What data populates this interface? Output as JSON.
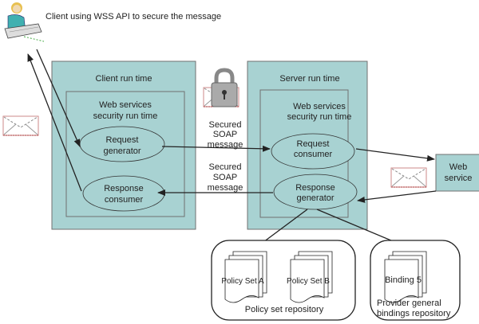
{
  "caption": "Client using WSS API to secure the message",
  "client_runtime": {
    "title": "Client run time",
    "inner_title": [
      "Web services",
      "security run time"
    ],
    "request_generator": [
      "Request",
      "generator"
    ],
    "response_consumer": [
      "Response",
      "consumer"
    ]
  },
  "server_runtime": {
    "title": "Server run time",
    "inner_title": [
      "Web services",
      "security run time"
    ],
    "request_consumer": [
      "Request",
      "consumer"
    ],
    "response_generator": [
      "Response",
      "generator"
    ]
  },
  "messages": {
    "request": [
      "Secured",
      "SOAP",
      "message"
    ],
    "response": [
      "Secured",
      "SOAP",
      "message"
    ]
  },
  "web_service": [
    "Web",
    "service"
  ],
  "policy_repo": {
    "label": "Policy set repository",
    "docs": [
      "Policy Set A",
      "Policy Set B"
    ]
  },
  "bindings_repo": {
    "label": [
      "Provider general",
      "bindings repository"
    ],
    "docs": [
      "Binding 5"
    ]
  },
  "colors": {
    "teal": "#a8d2d2",
    "line": "#222222",
    "frame": "#707070"
  },
  "icons": [
    "user-at-keyboard-icon",
    "padlock-envelope-icon",
    "envelope-icon"
  ]
}
